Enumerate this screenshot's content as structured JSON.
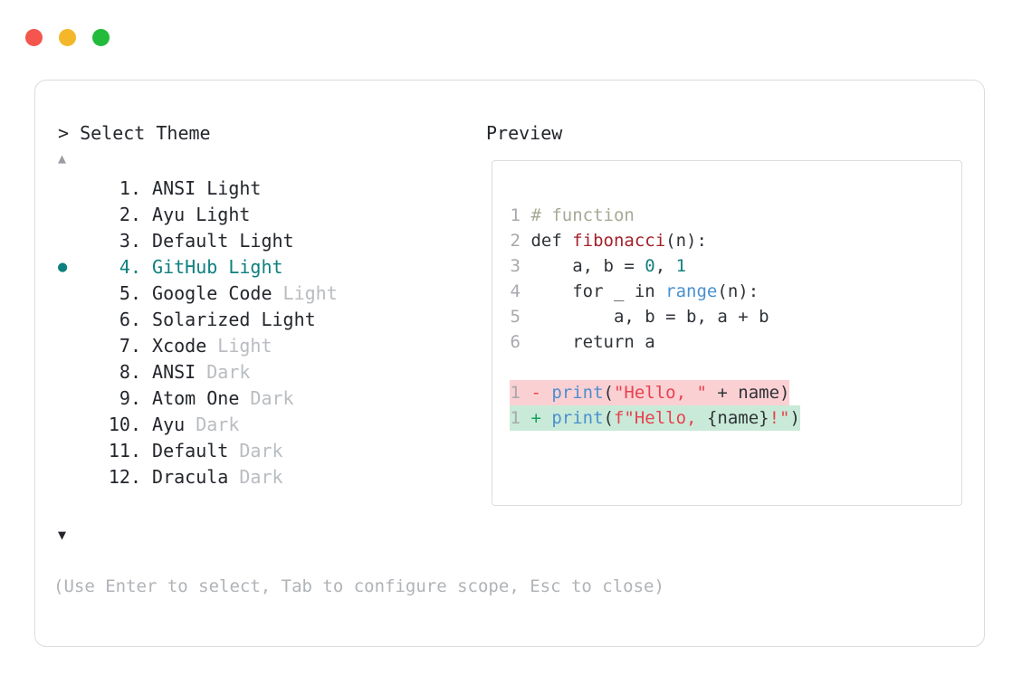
{
  "window": {
    "dots": [
      {
        "name": "close",
        "color": "#f4554c"
      },
      {
        "name": "minimize",
        "color": "#f5b72a"
      },
      {
        "name": "maximize",
        "color": "#22bb3b"
      }
    ]
  },
  "prompt": {
    "title": "> Select Theme",
    "scroll_up_icon": "▲",
    "scroll_down_icon": "▼",
    "selected_index": 4,
    "bullet_icon": "●",
    "accent_color": "#0e807f",
    "dim_color": "#b9bcc0"
  },
  "themes": [
    {
      "num": "1.",
      "name": "ANSI",
      "suffix": "Light",
      "suffix_dim": false,
      "selected": false
    },
    {
      "num": "2.",
      "name": "Ayu",
      "suffix": "Light",
      "suffix_dim": false,
      "selected": false
    },
    {
      "num": "3.",
      "name": "Default",
      "suffix": "Light",
      "suffix_dim": false,
      "selected": false
    },
    {
      "num": "4.",
      "name": "GitHub",
      "suffix": "Light",
      "suffix_dim": false,
      "selected": true
    },
    {
      "num": "5.",
      "name": "Google Code",
      "suffix": "Light",
      "suffix_dim": true,
      "selected": false
    },
    {
      "num": "6.",
      "name": "Solarized",
      "suffix": "Light",
      "suffix_dim": false,
      "selected": false
    },
    {
      "num": "7.",
      "name": "Xcode",
      "suffix": "Light",
      "suffix_dim": true,
      "selected": false
    },
    {
      "num": "8.",
      "name": "ANSI",
      "suffix": "Dark",
      "suffix_dim": true,
      "selected": false
    },
    {
      "num": "9.",
      "name": "Atom One",
      "suffix": "Dark",
      "suffix_dim": true,
      "selected": false
    },
    {
      "num": "10.",
      "name": "Ayu",
      "suffix": "Dark",
      "suffix_dim": true,
      "selected": false
    },
    {
      "num": "11.",
      "name": "Default",
      "suffix": "Dark",
      "suffix_dim": true,
      "selected": false
    },
    {
      "num": "12.",
      "name": "Dracula",
      "suffix": "Dark",
      "suffix_dim": true,
      "selected": false
    }
  ],
  "preview": {
    "header": "Preview",
    "code_lines": [
      {
        "ln": "1",
        "text": "# function"
      },
      {
        "ln": "2",
        "text": "def fibonacci(n):"
      },
      {
        "ln": "3",
        "text": "    a, b = 0, 1"
      },
      {
        "ln": "4",
        "text": "    for _ in range(n):"
      },
      {
        "ln": "5",
        "text": "        a, b = b, a + b"
      },
      {
        "ln": "6",
        "text": "    return a"
      }
    ],
    "diff": [
      {
        "ln": "1",
        "marker": "-",
        "text": "print(\"Hello, \" + name)",
        "kind": "removed"
      },
      {
        "ln": "1",
        "marker": "+",
        "text": "print(f\"Hello, {name}!\")",
        "kind": "added"
      }
    ],
    "code_tokens": {
      "c1": [
        "# function"
      ],
      "c2": [
        "def ",
        "fibonacci",
        "(n):"
      ],
      "c3": [
        "    a, b = ",
        "0",
        ", ",
        "1"
      ],
      "c4": [
        "    for _ in ",
        "range",
        "(n):"
      ],
      "c5": [
        "        a, b = b, a + b"
      ],
      "c6": [
        "    return a"
      ],
      "d1": [
        "print",
        "(",
        "\"Hello, \"",
        " + name)"
      ],
      "d2": [
        "print",
        "(",
        "f\"Hello, ",
        "{name}",
        "!",
        "\"",
        ")"
      ]
    },
    "diff_colors": {
      "removed_bg": "#fbd0d3",
      "added_bg": "#c9ead8"
    }
  },
  "hint": "(Use Enter to select, Tab to configure scope, Esc to close)"
}
